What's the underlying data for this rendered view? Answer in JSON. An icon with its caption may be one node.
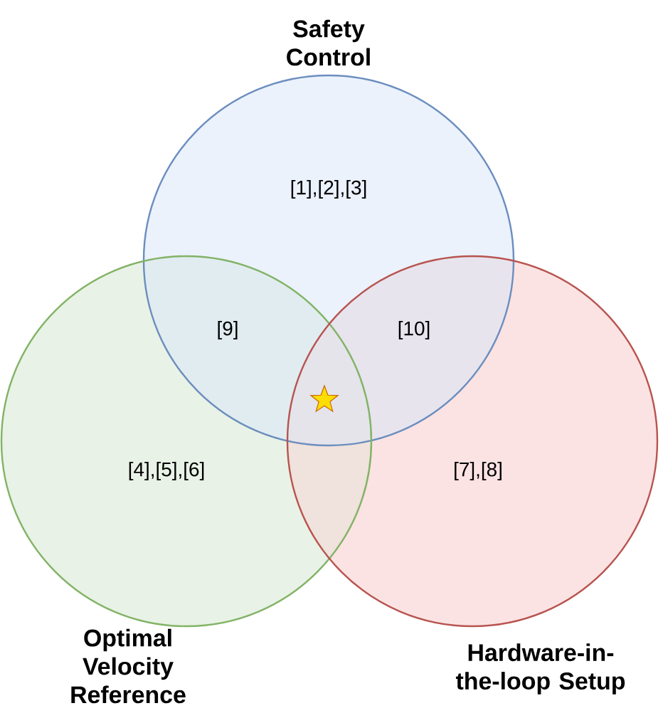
{
  "diagram": {
    "nodes": [
      {
        "text": [
          "Safety Control",
          "[1],[2],[3]"
        ]
      },
      {
        "text": [
          "[4],[5],[6]",
          "Optimal Velocity Reference"
        ]
      },
      {
        "text": [
          "[7],[8]",
          "Hardware-in-the-loop Setup"
        ]
      }
    ],
    "labels": [
      "[9]",
      "[10]"
    ]
  }
}
